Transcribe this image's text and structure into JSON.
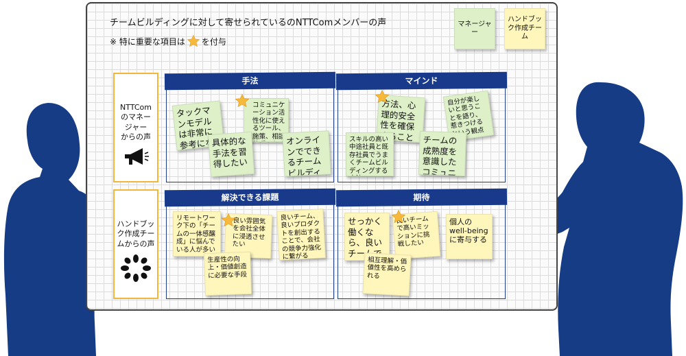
{
  "title": "チームビルディングに対して寄せられているのNTTComメンバーの声",
  "note": {
    "prefix": "※ 特に重要な項目は",
    "suffix": "を付与"
  },
  "legend": {
    "manager": "マネージャー",
    "handbook": "ハンドブック作成チーム"
  },
  "rows": {
    "manager": [
      "NTTCom",
      "のマネー",
      "ジャー",
      "からの声"
    ],
    "handbook": [
      "ハンドブッ",
      "ク作成チー",
      "ムからの声"
    ]
  },
  "quadrants": {
    "method": "手法",
    "mind": "マインド",
    "issues": "解決できる課題",
    "expect": "期待"
  },
  "notes": {
    "m1": "タックマンモデルは非常に参考になった",
    "m2": "コミュニケーション活性化に使えるツール、施策、相談サポート",
    "m3": "具体的な手法を習得したい",
    "m4": "オンラインでできるチームビルディングのメニュー",
    "d1": "方法、心理的安全性を確保することが重要",
    "d2": "自分が楽しいと思うことを語り、惹きつけるという観点",
    "d3": "スキルの高い中途社員と既存社員でうまくチームビルディングする方法",
    "d4": "チームの成熟度を意識したコミュニケーションの重要性への気付き",
    "i1": "リモートワーク下の「チームの一体感醸成」に悩んでいる人が多い",
    "i2": "良い雰囲気を会社全体に浸透させたい",
    "i3": "良いチーム、良いプロダクトを創出することで、会社の競争力強化に繋がる",
    "i4": "生産性の向上・価値創造に必要な手段",
    "e1": "せっかく働くなら、良いチームで働きたい",
    "e2": "良いチームで高いミッションに挑戦したい",
    "e3": "個人のwell-beingに寄与する",
    "e4": "相互理解・価値性を高められる"
  },
  "colors": {
    "navy": "#193a8a",
    "person": "#163c86",
    "green": "#ddf0c8",
    "yellow": "#fff6bc",
    "orange": "#f3b53c",
    "star": "#f6b93b"
  },
  "icons": [
    "star-icon",
    "megaphone-icon",
    "hands-circle-icon"
  ]
}
